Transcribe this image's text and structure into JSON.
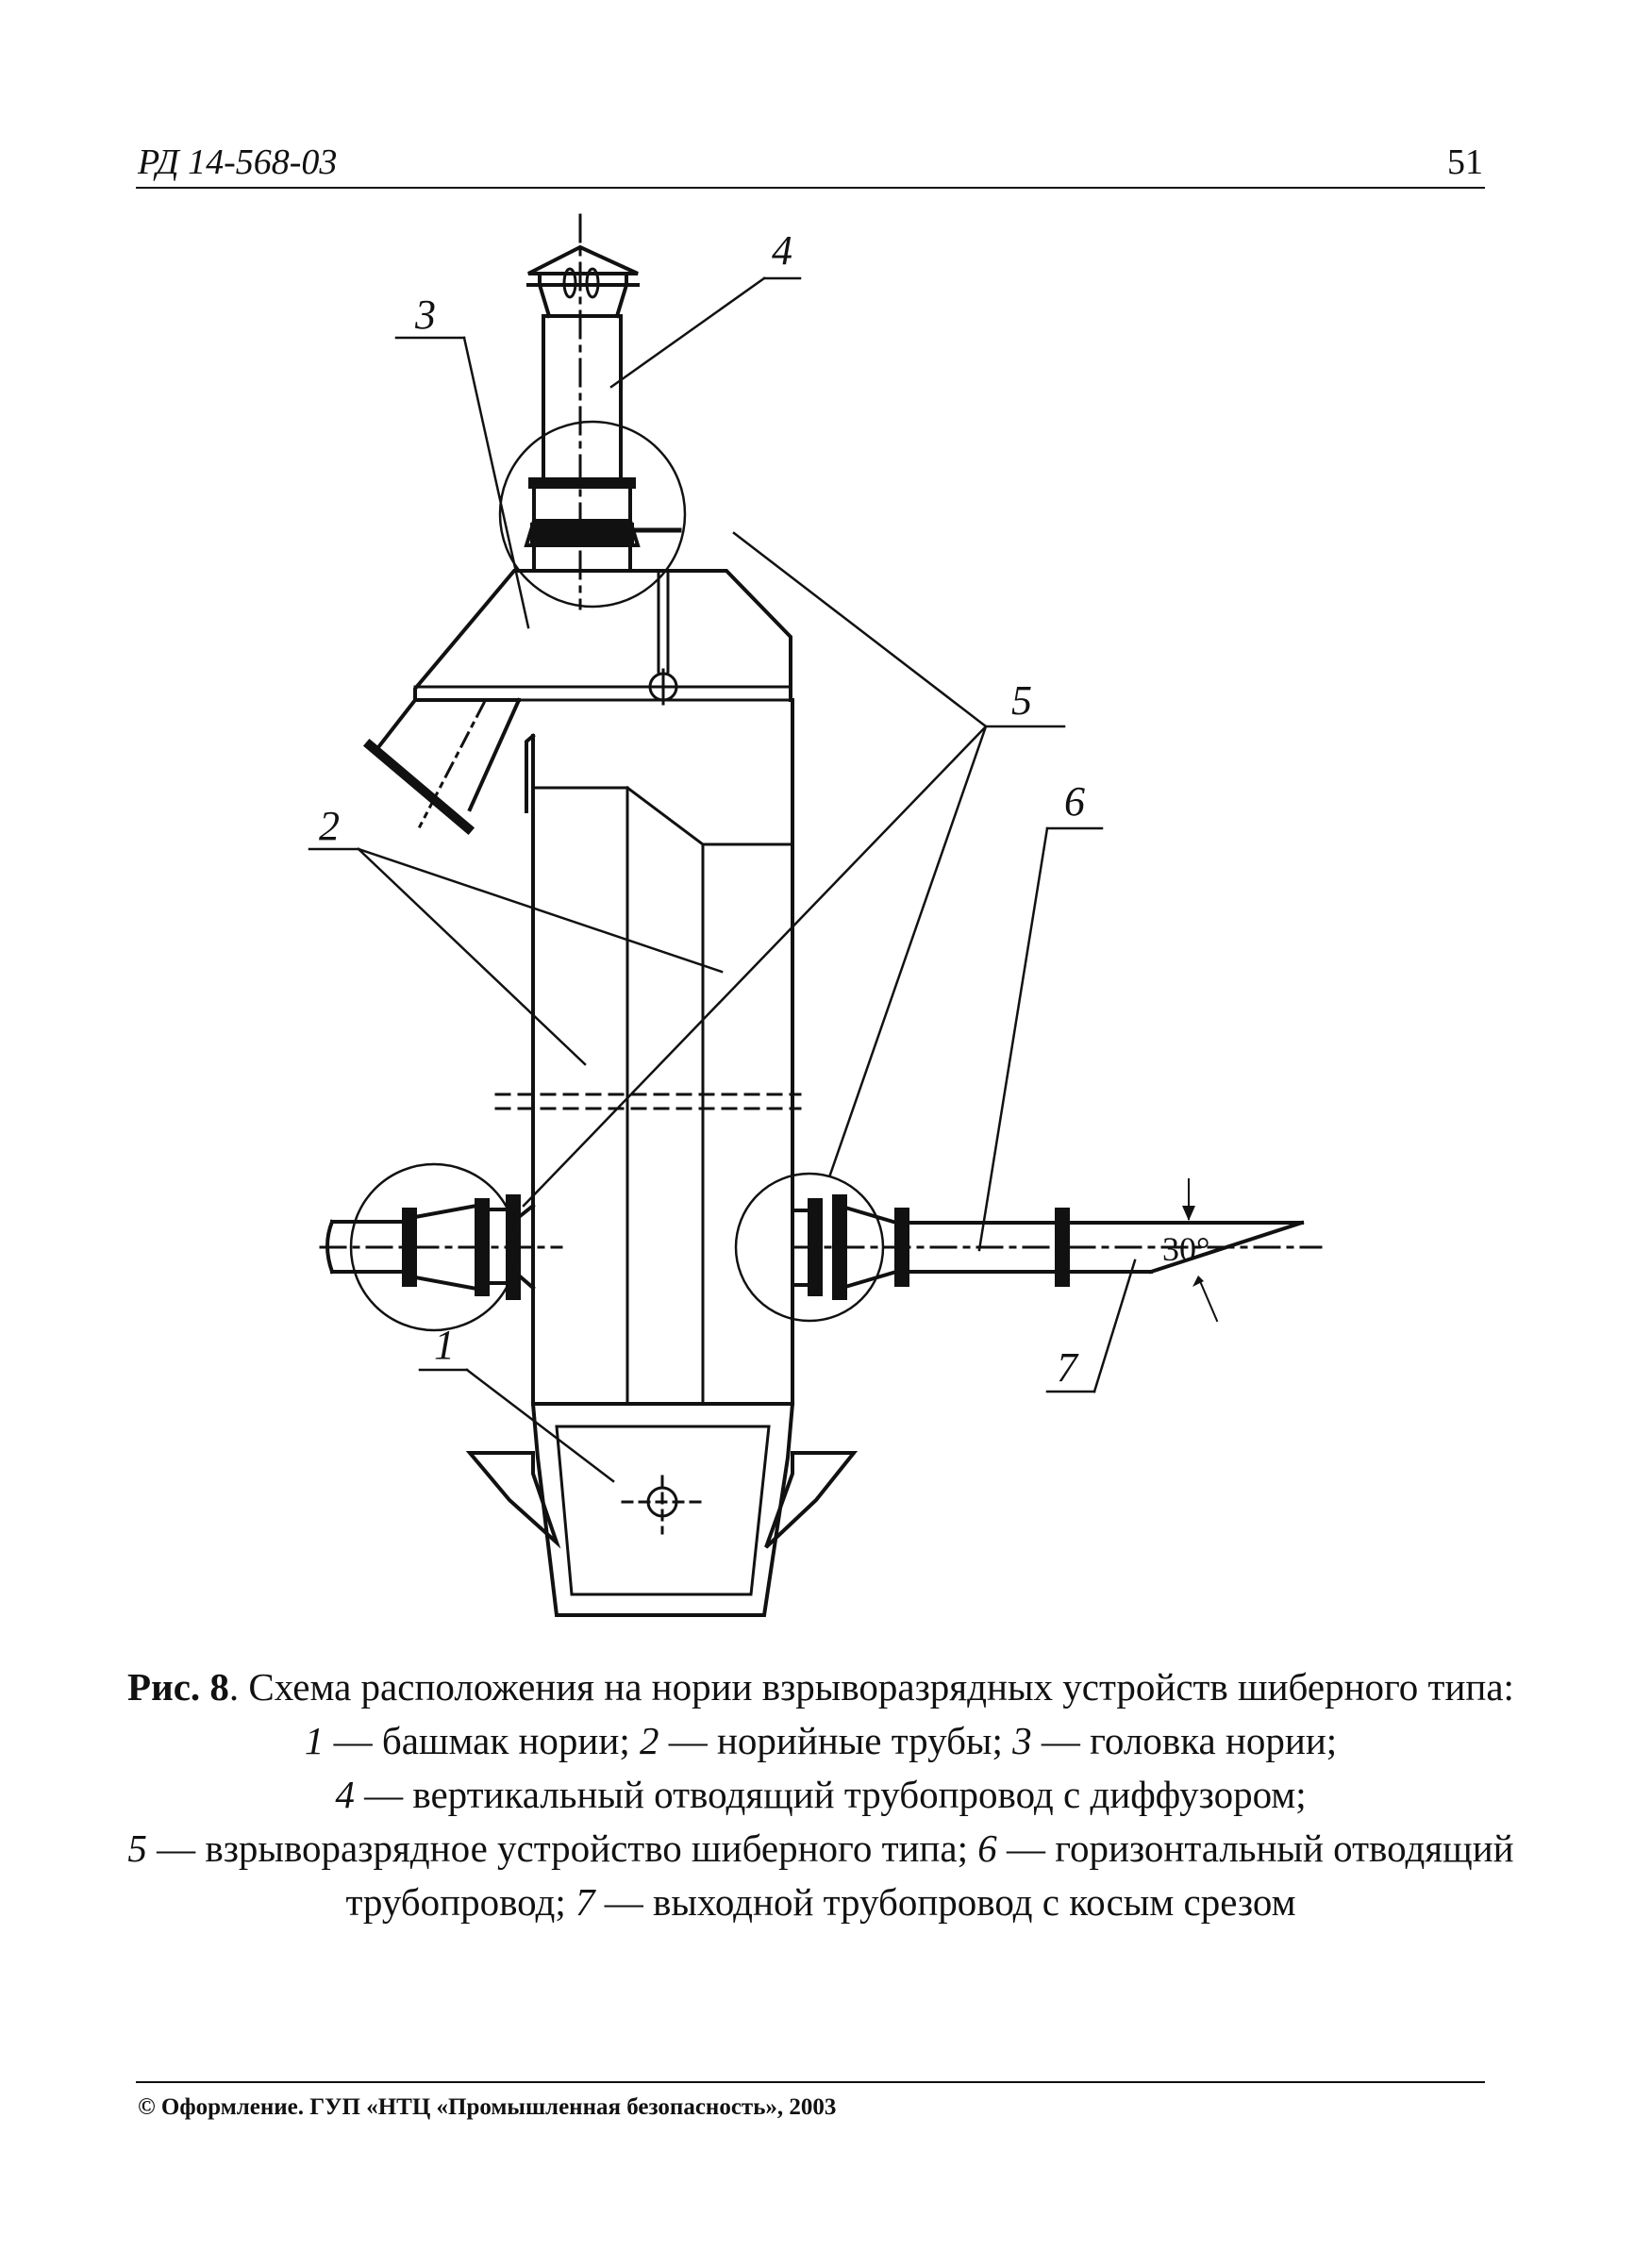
{
  "header": {
    "doc_code": "РД 14-568-03",
    "page_number": "51"
  },
  "figure": {
    "callouts": {
      "c1": "1",
      "c2": "2",
      "c3": "3",
      "c4": "4",
      "c5": "5",
      "c6": "6",
      "c7": "7"
    },
    "angle_label": "30°"
  },
  "caption": {
    "label": "Рис. 8",
    "title": ". Схема расположения на нории взрыворазрядных устройств шиберного типа:",
    "items": [
      {
        "num": "1",
        "text": " — башмак нории; "
      },
      {
        "num": "2",
        "text": " — норийные трубы; "
      },
      {
        "num": "3",
        "text": " — головка нории;"
      },
      {
        "num": "4",
        "text": " — вертикальный отводящий трубопровод с диффузором;"
      },
      {
        "num": "5",
        "text": " — взрыворазрядное устройство шиберного типа; "
      },
      {
        "num": "6",
        "text": " — горизонтальный отводящий трубопровод; "
      },
      {
        "num": "7",
        "text": " — выходной трубопровод с косым срезом"
      }
    ]
  },
  "footer": {
    "copyright": "© Оформление. ГУП «НТЦ «Промышленная безопасность», 2003"
  }
}
